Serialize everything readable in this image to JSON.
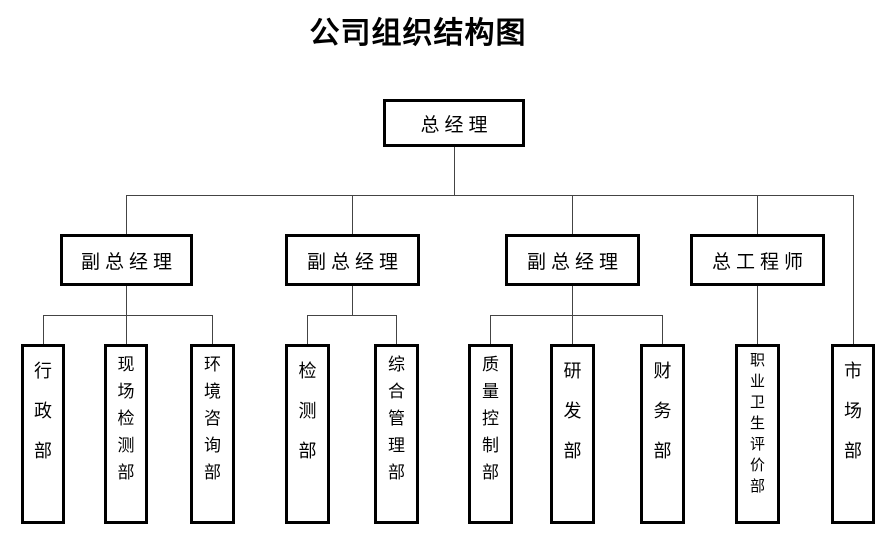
{
  "title": "公司组织结构图",
  "nodes": {
    "general_manager": "总经理",
    "deputy_gm_1": "副总经理",
    "deputy_gm_2": "副总经理",
    "deputy_gm_3": "副总经理",
    "chief_engineer": "总工程师",
    "admin_dept": "行政部",
    "field_testing_dept": "现场检测部",
    "env_consulting_dept": "环境咨询部",
    "testing_dept": "检测部",
    "general_mgmt_dept": "综合管理部",
    "quality_control_dept": "质量控制部",
    "rd_dept": "研发部",
    "finance_dept": "财务部",
    "occupational_health_eval_dept": "职业卫生评价部",
    "market_dept": "市场部"
  }
}
